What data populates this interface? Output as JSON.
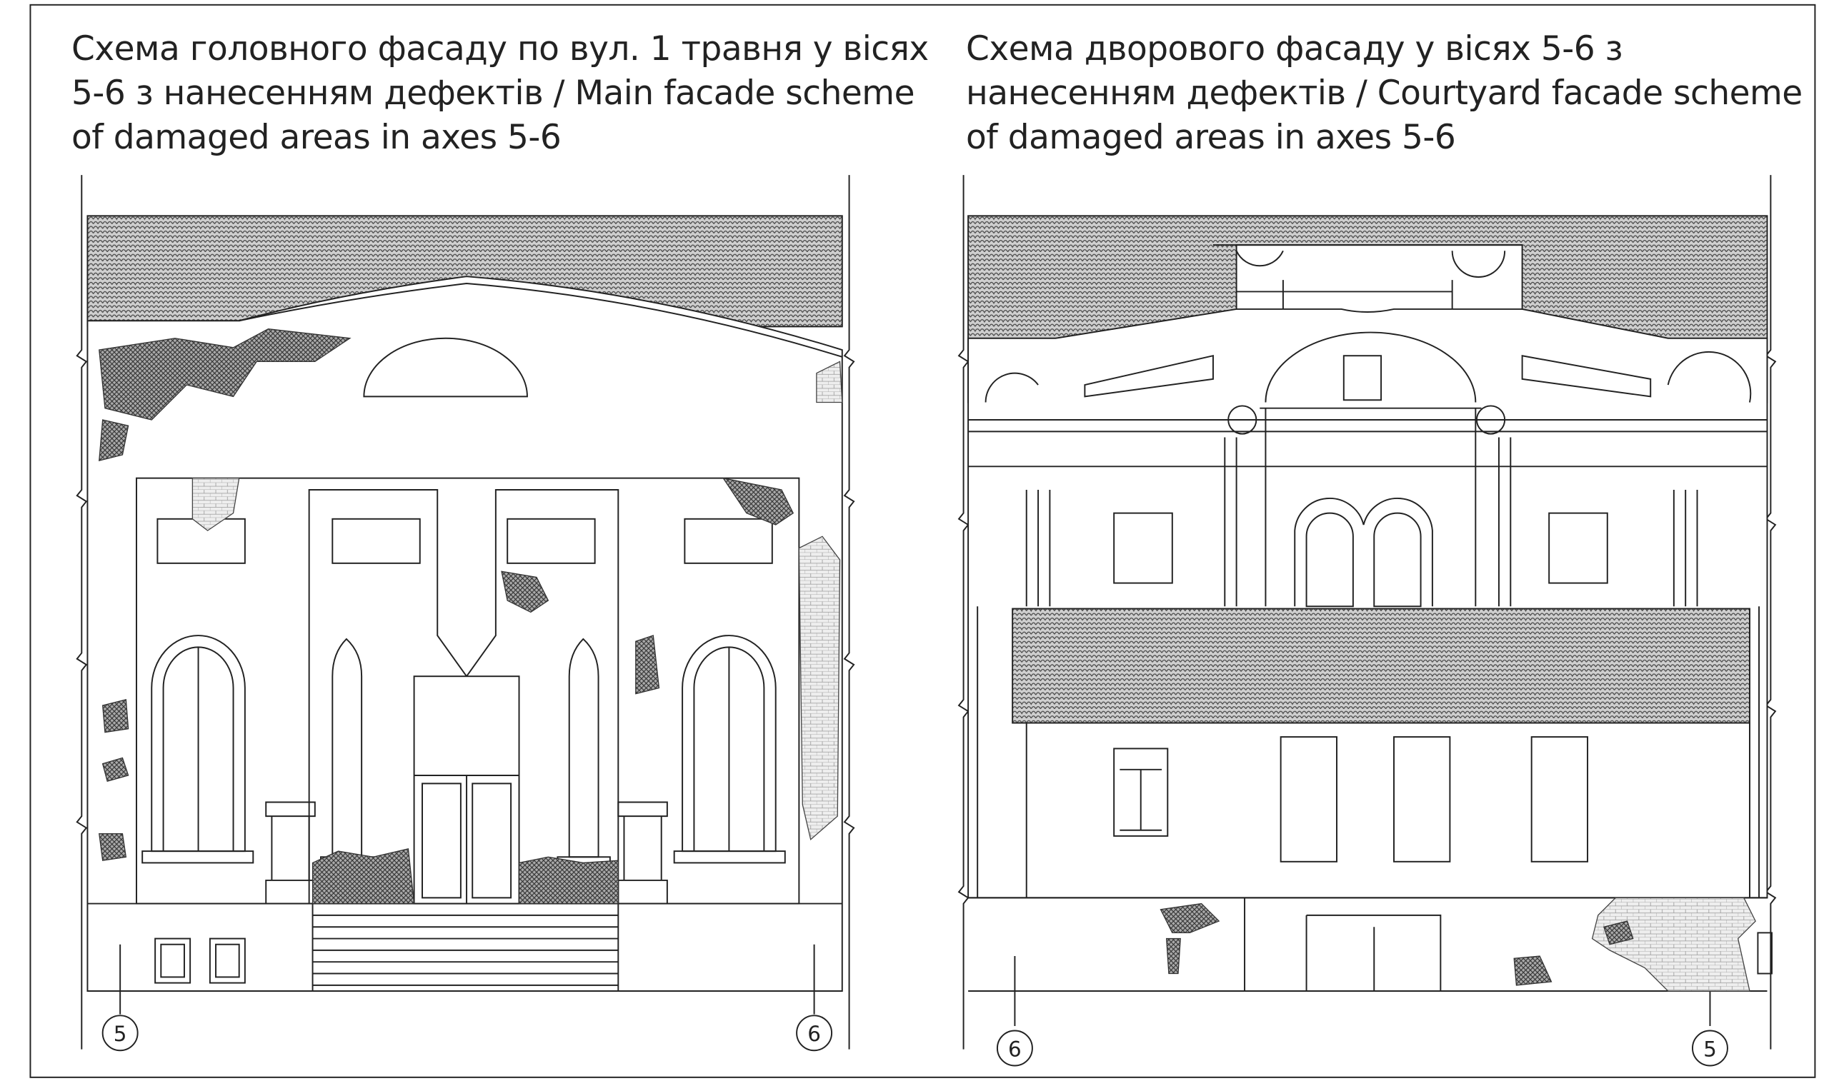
{
  "drawings": [
    {
      "title": "Схема головного фасаду по вул. 1 травня у вісях 5-6 з нанесенням дефектів / Main facade scheme of damaged areas in axes 5-6",
      "axis_left": "5",
      "axis_right": "6"
    },
    {
      "title": "Схема дворового фасаду у вісях 5-6 з нанесенням дефектів / Courtyard facade scheme of damaged areas in axes 5-6",
      "axis_left": "6",
      "axis_right": "5"
    }
  ]
}
